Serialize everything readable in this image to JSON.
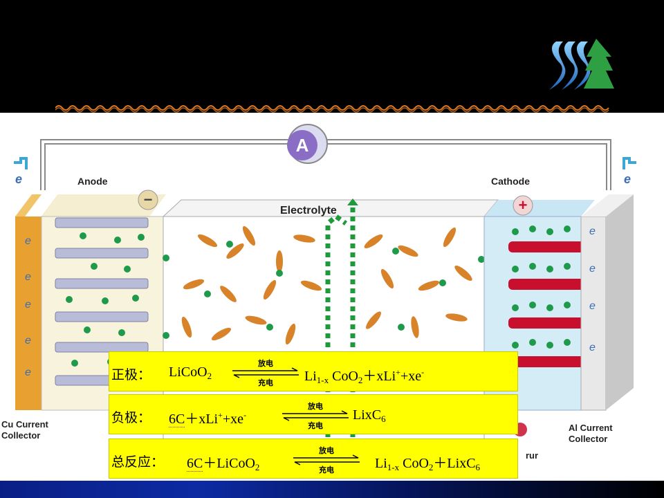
{
  "diagram": {
    "ammeter_label": "A",
    "electron_label": "e",
    "anode_label": "Anode",
    "cathode_label": "Cathode",
    "electrolyte_label": "Electrolyte",
    "minus_sign": "−",
    "plus_sign": "+",
    "cu_collector": [
      "Cu Current",
      "Collector"
    ],
    "al_collector": [
      "Al Current",
      "Collector"
    ],
    "partial_label": "rur"
  },
  "equations": {
    "positive": {
      "label": "正极：",
      "reactant": "LiCoO",
      "reactant_sub": "2",
      "discharge": "放电",
      "charge": "充电",
      "product_a": "Li",
      "product_a_sub": "1-x",
      "product_b": " CoO",
      "product_b_sub": "2",
      "product_c": "＋xLi",
      "product_c_sup": "+",
      "product_d": "+xe",
      "product_d_sup": "-"
    },
    "negative": {
      "label": "负极：",
      "reactant_a": "6C",
      "reactant_b": "＋xLi",
      "reactant_b_sup": "+",
      "reactant_c": "+xe",
      "reactant_c_sup": "-",
      "discharge": "放电",
      "charge": "充电",
      "product": "LixC",
      "product_sub": "6"
    },
    "total": {
      "label": "总反应：",
      "reactant_a": "6C",
      "reactant_b": "＋LiCoO",
      "reactant_b_sub": "2",
      "discharge": "放电",
      "charge": "充电",
      "product_a": "Li",
      "product_a_sub": "1-x",
      "product_b": " CoO",
      "product_b_sub": "2",
      "product_c": "＋LixC",
      "product_c_sub": "6"
    }
  },
  "colors": {
    "background": "#000000",
    "panel": "#ffff00",
    "anode_collector": "#e8a030",
    "cathode_panel": "#d4ecf6",
    "li_ion": "#1e9a4a",
    "solvent": "#d8822a",
    "path": "#1d9a3a",
    "footer_bar": "#0a1f86"
  }
}
